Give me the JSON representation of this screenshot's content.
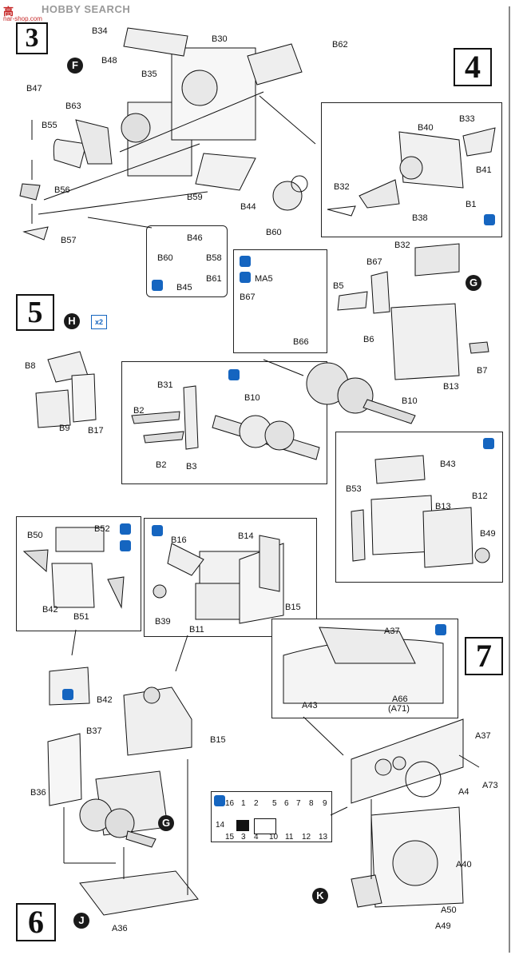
{
  "watermark": {
    "cn": "高",
    "brand": "HOBBY SEARCH",
    "sub": "nar-shop.com"
  },
  "steps": {
    "s3": "3",
    "s4": "4",
    "s5": "5",
    "s6": "6",
    "s7": "7"
  },
  "markers": {
    "F": "F",
    "G1": "G",
    "G2": "G",
    "H": "H",
    "J": "J",
    "K": "K",
    "x2": "x2"
  },
  "labels": {
    "B34": "B34",
    "B30": "B30",
    "B62": "B62",
    "B48": "B48",
    "B35": "B35",
    "B47": "B47",
    "B63": "B63",
    "B55": "B55",
    "B56": "B56",
    "B57": "B57",
    "B59": "B59",
    "B44": "B44",
    "B60": "B60",
    "B46": "B46",
    "B60b": "B60",
    "B58": "B58",
    "B45": "B45",
    "B61": "B61",
    "B33": "B33",
    "B40": "B40",
    "B41": "B41",
    "B32": "B32",
    "B1": "B1",
    "B38": "B38",
    "B32b": "B32",
    "B67": "B67",
    "MA5": "MA5",
    "B67b": "B67",
    "B66": "B66",
    "B5": "B5",
    "B6": "B6",
    "B7": "B7",
    "B13": "B13",
    "B10": "B10",
    "B8": "B8",
    "B9": "B9",
    "B17": "B17",
    "B31": "B31",
    "B10b": "B10",
    "B2": "B2",
    "B2b": "B2",
    "B3": "B3",
    "B43": "B43",
    "B53": "B53",
    "B13b": "B13",
    "B12": "B12",
    "B49": "B49",
    "B50": "B50",
    "B52": "B52",
    "B42": "B42",
    "B51": "B51",
    "B16": "B16",
    "B14": "B14",
    "B39": "B39",
    "B11": "B11",
    "B15": "B15",
    "A37": "A37",
    "A43": "A43",
    "A66": "A66",
    "A71": "(A71)",
    "B42b": "B42",
    "B37": "B37",
    "B36": "B36",
    "B15b": "B15",
    "A37b": "A37",
    "A73": "A73",
    "A4": "A4",
    "A40": "A40",
    "A50": "A50",
    "A49": "A49",
    "A36": "A36",
    "d1": "1",
    "d2": "2",
    "d3": "3",
    "d4": "4",
    "d5": "5",
    "d6": "6",
    "d7": "7",
    "d8": "8",
    "d9": "9",
    "d10": "10",
    "d11": "11",
    "d12": "12",
    "d13": "13",
    "d14": "14",
    "d15": "15",
    "d16": "16"
  },
  "colors": {
    "ink": "#111111",
    "paint_icon": "#1565c0",
    "watermark_red": "#c62828"
  },
  "icons": [
    "paint-brush-icon",
    "decal-icon",
    "glue-icon",
    "repeat-x2-icon"
  ]
}
